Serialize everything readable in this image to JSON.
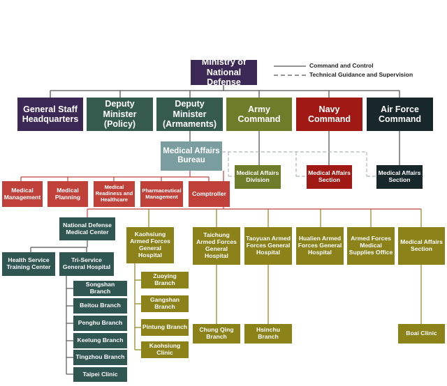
{
  "colors": {
    "purple": "#3b2855",
    "green": "#355a4e",
    "olive": "#6f7d2a",
    "red": "#a01914",
    "black": "#17272a",
    "teal": "#7a9ea0",
    "light_red": "#c0413a",
    "khaki": "#8b8219",
    "dark_green": "#2f5650",
    "line_dark": "#555555",
    "line_red": "#c0413a",
    "line_olive": "#8b8219",
    "line_light": "#aab8bc"
  },
  "legend": {
    "command": "Command and Control",
    "technical": "Technical Guidance and Supervision"
  },
  "nodes": {
    "mnd": "Ministry of National Defense",
    "gsh": "General Staff Headquarters",
    "dm_policy": "Deputy Minister (Policy)",
    "dm_arm": "Deputy Minister (Armaments)",
    "army": "Army Command",
    "navy": "Navy Command",
    "air": "Air Force Command",
    "mab": "Medical Affairs Bureau",
    "mad": "Medical Affairs Division",
    "mas_navy": "Medical Affairs Section",
    "mas_air": "Medical Affairs Section",
    "med_mgmt": "Medical Management",
    "med_plan": "Medical Planning",
    "med_ready": "Medical Readiness and Healthcare",
    "pharma": "Pharmaceutical Management",
    "comptroller": "Comptroller",
    "ndmc": "National Defense Medical Center",
    "hstc": "Health Service Training Center",
    "tsgh": "Tri-Service General Hospital",
    "songshan": "Songshan Branch",
    "beitou": "Beitou Branch",
    "penghu": "Penghu Branch",
    "keelung": "Keelung Branch",
    "tingzhou": "Tingzhou Branch",
    "taipei": "Taipei Clinic",
    "kaohsiung": "Kaohsiung Armed Forces General Hospital",
    "zuoying": "Zuoying Branch",
    "gangshan": "Gangshan Branch",
    "pintung": "Pintung Branch",
    "kclinic": "Kaohsiung Clinic",
    "taichung": "Taichung Armed Forces General Hospital",
    "chungqing": "Chung Qing Branch",
    "taoyuan": "Taoyuan Armed Forces General Hospital",
    "hsinchu": "Hsinchu Branch",
    "hualien": "Hualien Armed Forces General Hospital",
    "supplies": "Armed Forces Medical Supplies Office",
    "mas_med": "Medical Affairs Section",
    "boai": "Boai Clinic"
  }
}
